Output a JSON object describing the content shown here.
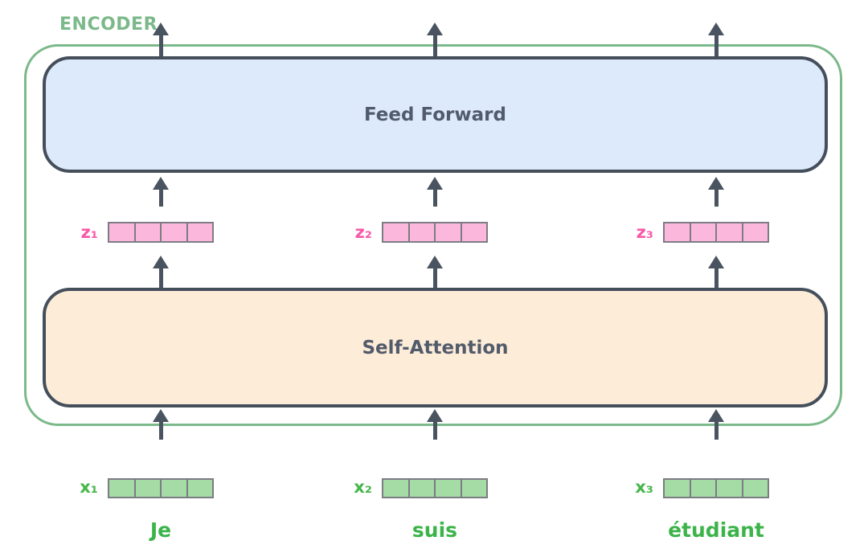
{
  "diagram": {
    "encoder_label": "ENCODER",
    "blocks": {
      "feed_forward": "Feed Forward",
      "self_attention": "Self-Attention"
    },
    "columns": [
      {
        "z_label": "z₁",
        "x_label": "x₁",
        "word": "Je"
      },
      {
        "z_label": "z₂",
        "x_label": "x₂",
        "word": "suis"
      },
      {
        "z_label": "z₃",
        "x_label": "x₃",
        "word": "étudiant"
      }
    ],
    "vector_cells_per_row": 4,
    "colors": {
      "encoder_label": "#7cb98a",
      "encoder_border": "#7cb98a",
      "block_border": "#454f5b",
      "block_text": "#525b6b",
      "feed_forward_fill": "#ddeafb",
      "self_attention_fill": "#fdecd8",
      "z_fill": "#fcb8dc",
      "z_label": "#f957a8",
      "x_fill": "#a5dba5",
      "x_label": "#45b649",
      "word_text": "#3cb44a",
      "cell_border": "#7c7c84",
      "arrow": "#4a5460"
    }
  }
}
